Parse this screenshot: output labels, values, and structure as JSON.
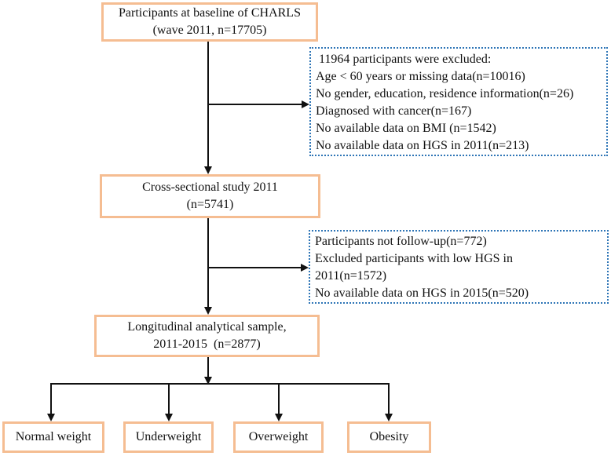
{
  "diagram": {
    "type": "flowchart",
    "description": "Participant selection flow diagram for CHARLS study",
    "colors": {
      "main_box_border": "#f5bd92",
      "exclusion_box_border": "#2e75b6",
      "arrow": "#111111",
      "text": "#111111",
      "background": "#ffffff"
    },
    "boxes": {
      "baseline": {
        "line1": "Participants at baseline of CHARLS",
        "line2": "(wave 2011, n=17705)"
      },
      "cross_sectional": {
        "line1": "Cross-sectional study 2011",
        "line2": "(n=5741)"
      },
      "longitudinal": {
        "line1": "Longitudinal analytical sample,",
        "line2": "2011-2015  (n=2877)"
      },
      "outcomes": [
        {
          "label": "Normal weight"
        },
        {
          "label": "Underweight"
        },
        {
          "label": "Overweight"
        },
        {
          "label": "Obesity"
        }
      ]
    },
    "exclusions": {
      "first": {
        "lines": [
          " 11964 participants were excluded:",
          "Age < 60 years or missing data(n=10016)",
          "No gender, education, residence information(n=26)",
          "Diagnosed with cancer(n=167)",
          "No available data on BMI (n=1542)",
          "No available data on HGS in 2011(n=213)"
        ]
      },
      "second": {
        "lines": [
          "Participants not follow-up(n=772)",
          "Excluded participants with low HGS in",
          "2011(n=1572)",
          "No available data on HGS in 2015(n=520)"
        ]
      }
    }
  }
}
